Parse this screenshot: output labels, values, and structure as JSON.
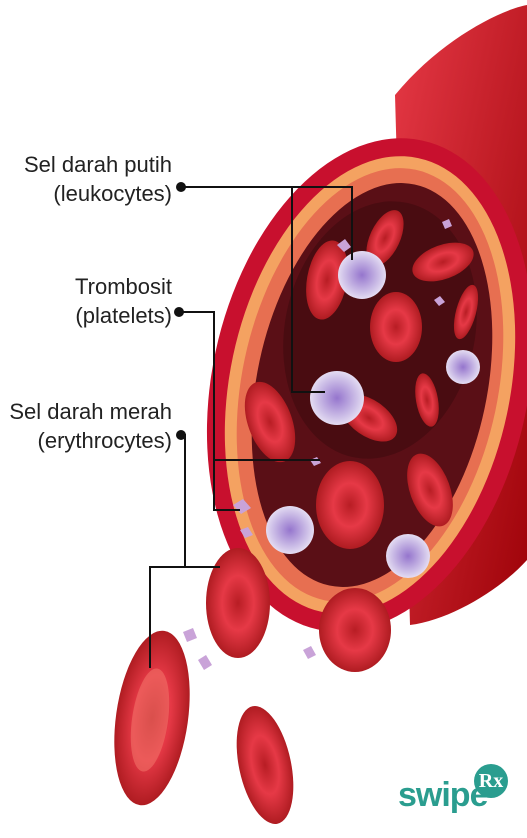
{
  "labels": {
    "wbc_line1": "Sel darah putih",
    "wbc_line2": "(leukocytes)",
    "platelets_line1": "Trombosit",
    "platelets_line2": "(platelets)",
    "rbc_line1": "Sel darah merah",
    "rbc_line2": "(erythrocytes)"
  },
  "brand": {
    "text": "swipe",
    "badge": "Rx",
    "color": "#2a9d8f"
  },
  "colors": {
    "vessel_outer": "#c8102e",
    "vessel_rim": "#f4a261",
    "vessel_lumen": "#5a0f16",
    "red_cell": "#d62828",
    "white_cell": "#b39ddb",
    "platelet": "#c9a3d8"
  }
}
